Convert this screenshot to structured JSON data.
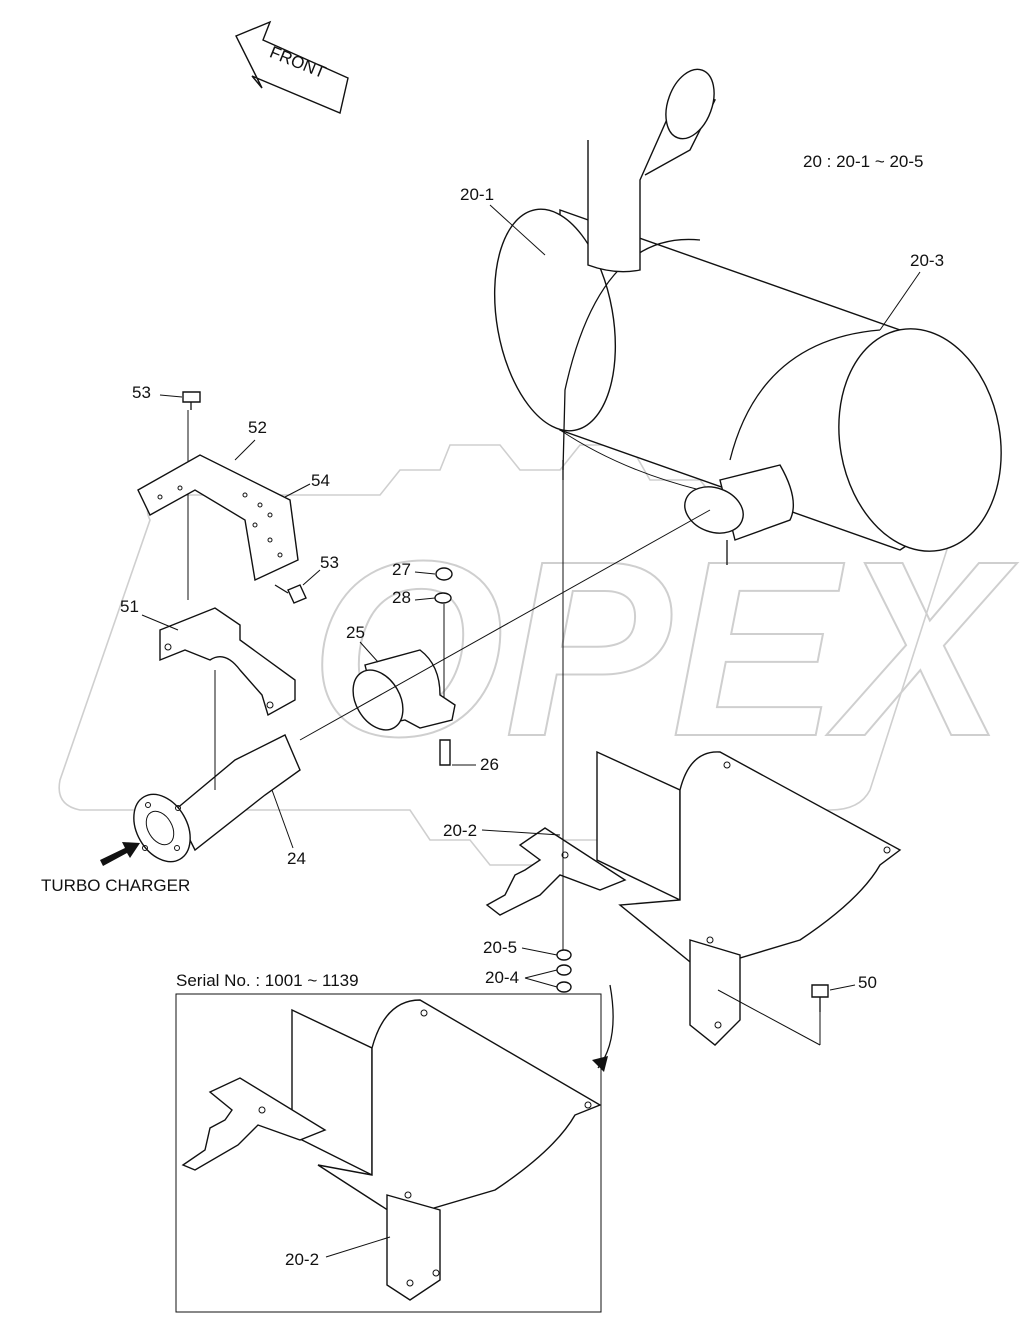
{
  "diagram": {
    "front_label": "FRONT",
    "group_note": "20 : 20-1 ~ 20-5",
    "turbo_label": "TURBO CHARGER",
    "inset_title": "Serial No. : 1001 ~ 1139",
    "watermark_text": "OPEX",
    "callouts": {
      "c20_1": "20-1",
      "c20_3": "20-3",
      "c53a": "53",
      "c52": "52",
      "c54": "54",
      "c53b": "53",
      "c51": "51",
      "c27": "27",
      "c28": "28",
      "c25": "25",
      "c26": "26",
      "c24": "24",
      "c20_2": "20-2",
      "c20_5": "20-5",
      "c20_4": "20-4",
      "c50": "50",
      "c20_2b": "20-2"
    }
  }
}
